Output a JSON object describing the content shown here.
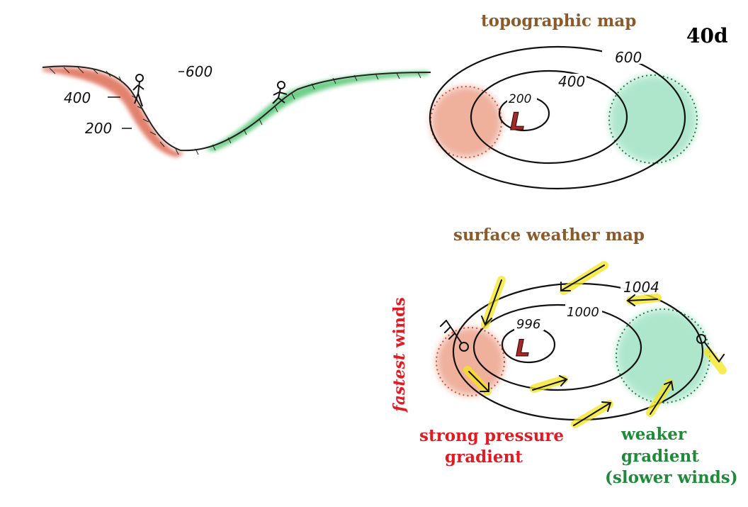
{
  "page_label": "40d",
  "topo": {
    "title": "topographic map",
    "contours": {
      "outer": "600",
      "middle": "400",
      "inner": "200"
    },
    "low_symbol": "L"
  },
  "profile": {
    "labels": {
      "a": "400",
      "b": "200",
      "c": "600"
    }
  },
  "surface": {
    "title": "surface weather map",
    "isobars": {
      "outer": "1004",
      "middle": "1000",
      "inner": "996"
    },
    "low_symbol": "L"
  },
  "annotations": {
    "fastest_prefix": "fastest",
    "fastest_suffix": " winds",
    "strong_line1": "strong pressure",
    "strong_line2": "gradient",
    "weaker_line1": "weaker",
    "weaker_line2": "gradient",
    "weaker_line3": "(slower winds)"
  },
  "colors": {
    "title_brown": "#8b5a2b",
    "red_text": "#e01b24",
    "green_text": "#1f8a3a",
    "red_shade": "#e2704e",
    "green_shade": "#5fcf9a",
    "low_red": "#a42a2a",
    "wind_yellow": "#f5e51b"
  }
}
